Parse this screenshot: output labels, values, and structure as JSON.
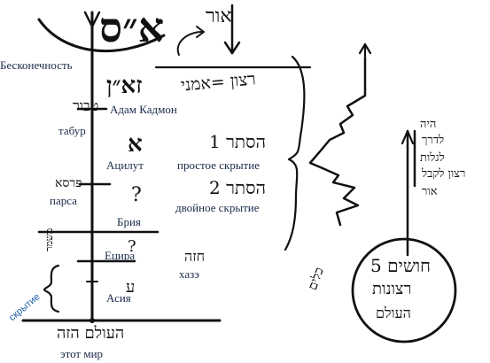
{
  "colors": {
    "ink": "#111111",
    "russian_text": "#1b2a4a",
    "blue_label": "#1f5fa6",
    "background": "#ffffff"
  },
  "hebrew": {
    "top_ein_sof": "א״ס",
    "ohr": "אור",
    "ratzon_lekabel": "רצון =אמני",
    "zeir_anpin": "זא״ן",
    "tabur": "טבור",
    "alef": "א",
    "hester_1": "הסתר 1",
    "hester_2": "הסתר 2",
    "parsa": "פרסא",
    "question": "?",
    "question2": "?",
    "ayin": "ע",
    "ratzon_lekabel_right": "רצון לקבל",
    "hazeh": "חזה",
    "klipot_note": "כלים",
    "olam_haze": "העולם הזה",
    "mishmar": "משמר",
    "circle_text_1": "5 חושים",
    "circle_text_2": "רצונות",
    "circle_text_3": "העולם",
    "right_vertical_1": "היה",
    "right_vertical_2": "לדרך",
    "right_vertical_3": "לגלות",
    "right_vertical_4": "אור"
  },
  "russian": {
    "infinity": "Бесконечность",
    "adam_kadmon": "Адам Кадмон",
    "tabur": "табур",
    "atzilut": "Ацилут",
    "simple_concealment": "простое скрытие",
    "parsa": "парса",
    "double_concealment": "двойное скрытие",
    "beria": "Брия",
    "yetzira": "Ецира",
    "hazeh": "хазэ",
    "asiya": "Асия",
    "concealment": "скрытие",
    "this_world": "этот мир"
  }
}
